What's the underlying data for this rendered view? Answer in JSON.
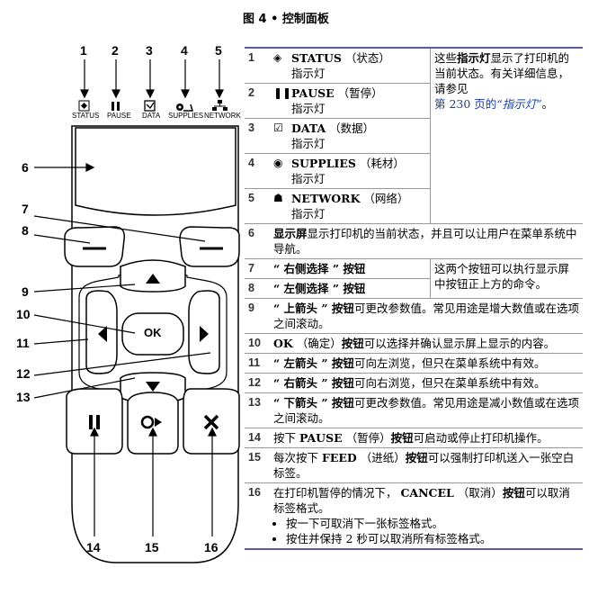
{
  "figure_title": "图 4 • 控制面板",
  "callouts": [
    "1",
    "2",
    "3",
    "4",
    "5",
    "6",
    "7",
    "8",
    "9",
    "10",
    "11",
    "12",
    "13",
    "14",
    "15",
    "16"
  ],
  "top_labels": [
    "STATUS",
    "PAUSE",
    "DATA",
    "SUPPLIES",
    "NETWORK"
  ],
  "button_labels": {
    "ok": "OK"
  },
  "table": {
    "indicator_rows": [
      {
        "n": "1",
        "name": "STATUS",
        "cn": "（状态）",
        "suffix": "指示灯",
        "icon": "status-icon"
      },
      {
        "n": "2",
        "name": "PAUSE",
        "cn": "（暂停）",
        "suffix": "指示灯",
        "icon": "pause-icon"
      },
      {
        "n": "3",
        "name": "DATA",
        "cn": "（数据）",
        "suffix": "指示灯",
        "icon": "data-icon"
      },
      {
        "n": "4",
        "name": "SUPPLIES",
        "cn": "（耗材）",
        "suffix": "指示灯",
        "icon": "supplies-icon"
      },
      {
        "n": "5",
        "name": "NETWORK",
        "cn": "（网络）",
        "suffix": "指示灯",
        "icon": "network-icon"
      }
    ],
    "indicator_desc_pre": "这些",
    "indicator_desc_bold": "指示灯",
    "indicator_desc_mid": "显示了打印机的当前状态。有关详细信息，请参见",
    "indicator_desc_link": "第 230 页的",
    "indicator_desc_link_italic": "“指示灯”",
    "indicator_desc_end": "。",
    "row6": {
      "n": "6",
      "bold": "显示屏",
      "text": "显示打印机的当前状态，并且可以让用户在菜单系统中导航。"
    },
    "row7": {
      "n": "7",
      "label": "“ 右侧选择 ” 按钮"
    },
    "row8": {
      "n": "8",
      "label": "“ 左侧选择 ” 按钮"
    },
    "row78_desc": "这两个按钮可以执行显示屏中按钮正上方的命令。",
    "row9": {
      "n": "9",
      "bold": "“ 上箭头 ” 按钮",
      "text": "可更改参数值。常见用途是增大数值或在选项之间滚动。"
    },
    "row10": {
      "n": "10",
      "bold": "OK",
      "mid": " （确定）",
      "bold2": "按钮",
      "text": "可以选择并确认显示屏上显示的内容。"
    },
    "row11": {
      "n": "11",
      "bold": "“ 左箭头 ” 按钮",
      "text": "可向左浏览，但只在菜单系统中有效。"
    },
    "row12": {
      "n": "12",
      "bold": "“ 右箭头 ” 按钮",
      "text": "可向右浏览，但只在菜单系统中有效。"
    },
    "row13": {
      "n": "13",
      "bold": "“ 下箭头 ” 按钮",
      "text": "可更改参数值。常见用途是减小数值或在选项之间滚动。"
    },
    "row14": {
      "n": "14",
      "pre": "按下 ",
      "bold": "PAUSE",
      "mid": " （暂停）",
      "bold2": "按钮",
      "text": "可启动或停止打印机操作。"
    },
    "row15": {
      "n": "15",
      "pre": "每次按下 ",
      "bold": "FEED",
      "mid": " （进纸）",
      "bold2": "按钮",
      "text": "可以强制打印机送入一张空白标签。"
    },
    "row16": {
      "n": "16",
      "pre": "在打印机暂停的情况下， ",
      "bold": "CANCEL",
      "mid": " （取消）",
      "bold2": "按钮",
      "text": "可以取消标签格式。",
      "bullets": [
        "按一下可取消下一张标签格式。",
        "按住并保持 2 秒可以取消所有标签格式。"
      ]
    }
  }
}
